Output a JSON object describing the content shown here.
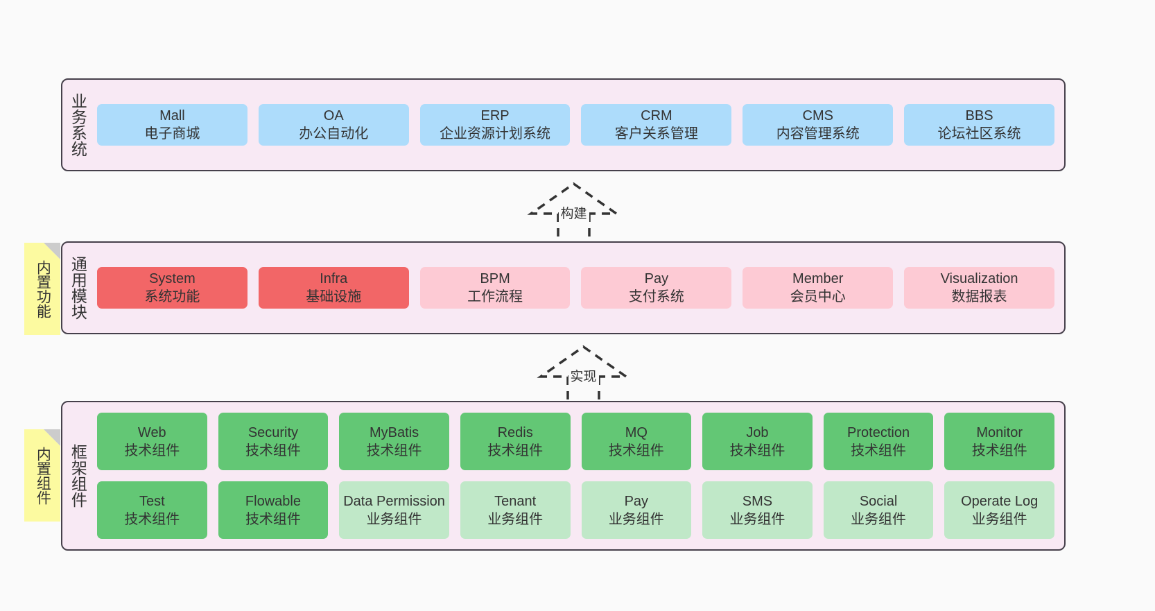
{
  "theme": {
    "background": "#fafafa",
    "panel_fill": "#f8e9f4",
    "panel_border": "#46404b",
    "note_fill": "#fcfaa0",
    "note_fold": "#cccccc",
    "blue": "#addcfb",
    "red": "#f26667",
    "pink": "#fdcad4",
    "green": "#63c775",
    "light_green": "#c0e8c8",
    "text": "#333333"
  },
  "layers": {
    "business": {
      "title": "业务系统",
      "cards": [
        {
          "en": "Mall",
          "cn": "电子商城"
        },
        {
          "en": "OA",
          "cn": "办公自动化"
        },
        {
          "en": "ERP",
          "cn": "企业资源计划系统"
        },
        {
          "en": "CRM",
          "cn": "客户关系管理"
        },
        {
          "en": "CMS",
          "cn": "内容管理系统"
        },
        {
          "en": "BBS",
          "cn": "论坛社区系统"
        }
      ]
    },
    "common": {
      "title": "通用模块",
      "note": "内置功能",
      "cards": [
        {
          "en": "System",
          "cn": "系统功能"
        },
        {
          "en": "Infra",
          "cn": "基础设施"
        },
        {
          "en": "BPM",
          "cn": "工作流程"
        },
        {
          "en": "Pay",
          "cn": "支付系统"
        },
        {
          "en": "Member",
          "cn": "会员中心"
        },
        {
          "en": "Visualization",
          "cn": "数据报表"
        }
      ]
    },
    "framework": {
      "title": "框架组件",
      "note": "内置组件",
      "row1": [
        {
          "en": "Web",
          "cn": "技术组件"
        },
        {
          "en": "Security",
          "cn": "技术组件"
        },
        {
          "en": "MyBatis",
          "cn": "技术组件"
        },
        {
          "en": "Redis",
          "cn": "技术组件"
        },
        {
          "en": "MQ",
          "cn": "技术组件"
        },
        {
          "en": "Job",
          "cn": "技术组件"
        },
        {
          "en": "Protection",
          "cn": "技术组件"
        },
        {
          "en": "Monitor",
          "cn": "技术组件"
        }
      ],
      "row2": [
        {
          "en": "Test",
          "cn": "技术组件"
        },
        {
          "en": "Flowable",
          "cn": "技术组件"
        },
        {
          "en": "Data Permission",
          "cn": "业务组件"
        },
        {
          "en": "Tenant",
          "cn": "业务组件"
        },
        {
          "en": "Pay",
          "cn": "业务组件"
        },
        {
          "en": "SMS",
          "cn": "业务组件"
        },
        {
          "en": "Social",
          "cn": "业务组件"
        },
        {
          "en": "Operate Log",
          "cn": "业务组件"
        }
      ]
    }
  },
  "connectors": [
    {
      "label": "构建"
    },
    {
      "label": "实现"
    }
  ]
}
